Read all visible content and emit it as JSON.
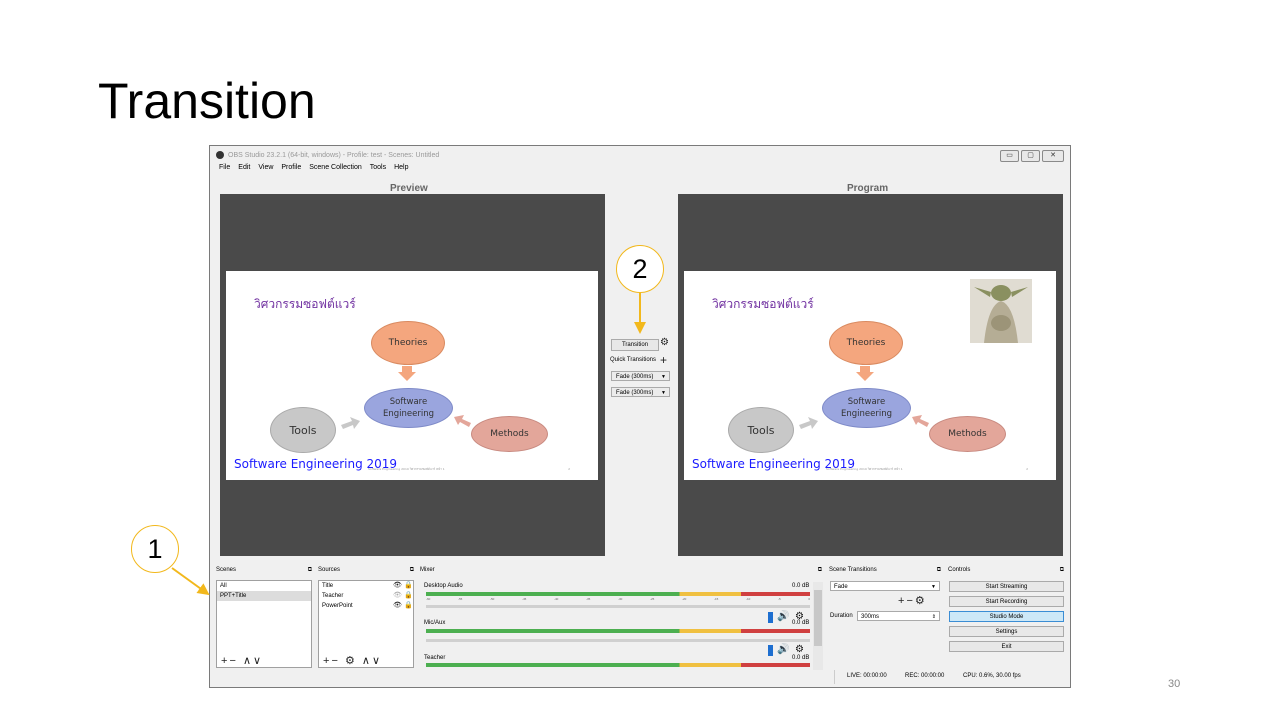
{
  "slide": {
    "title": "Transition",
    "page_number": "30"
  },
  "window": {
    "title": "OBS Studio 23.2.1 (64-bit, windows) - Profile: test - Scenes: Untitled",
    "controls": [
      "▭",
      "▢",
      "✕"
    ],
    "menu": [
      "File",
      "Edit",
      "View",
      "Profile",
      "Scene Collection",
      "Tools",
      "Help"
    ]
  },
  "preview": {
    "label": "Preview",
    "slide_thai": "วิศวกรรมซอฟต์แวร์",
    "nodes": {
      "theories": "Theories",
      "software": "Software\nEngineering",
      "tools": "Tools",
      "methods": "Methods"
    },
    "footer": "Software Engineering 2019",
    "footer_small": "Software Engineering 2019 วิศวกรรมซอฟต์แวร์ หน้า 1",
    "page": "2"
  },
  "program": {
    "label": "Program"
  },
  "transition_panel": {
    "transition_button": "Transition",
    "quick_transitions": "Quick Transitions",
    "quick_1": "Fade (300ms)",
    "quick_2": "Fade (300ms)"
  },
  "scenes": {
    "header": "Scenes",
    "items": [
      "All",
      "PPT+Title"
    ]
  },
  "sources": {
    "header": "Sources",
    "items": [
      "Title",
      "Teacher",
      "PowerPoint"
    ]
  },
  "mixer": {
    "header": "Mixer",
    "channels": [
      {
        "name": "Desktop Audio",
        "db": "0.0 dB"
      },
      {
        "name": "Mic/Aux",
        "db": "0.0 dB"
      },
      {
        "name": "Teacher",
        "db": "0.0 dB"
      }
    ],
    "ticks": [
      "-60",
      "-55",
      "-50",
      "-45",
      "-40",
      "-35",
      "-30",
      "-25",
      "-20",
      "-15",
      "-10",
      "-5",
      "0"
    ]
  },
  "scene_transitions": {
    "header": "Scene Transitions",
    "selected": "Fade",
    "duration_label": "Duration",
    "duration_value": "300ms"
  },
  "controls": {
    "header": "Controls",
    "buttons": [
      "Start Streaming",
      "Start Recording",
      "Studio Mode",
      "Settings",
      "Exit"
    ]
  },
  "status": {
    "live": "LIVE: 00:00:00",
    "rec": "REC: 00:00:00",
    "cpu": "CPU: 0.6%, 30.00 fps"
  },
  "callouts": [
    "1",
    "2"
  ],
  "colors": {
    "callout_border": "#f2b81c",
    "canvas_bg": "#4a4a4a",
    "accent": "#3b8dd4"
  }
}
